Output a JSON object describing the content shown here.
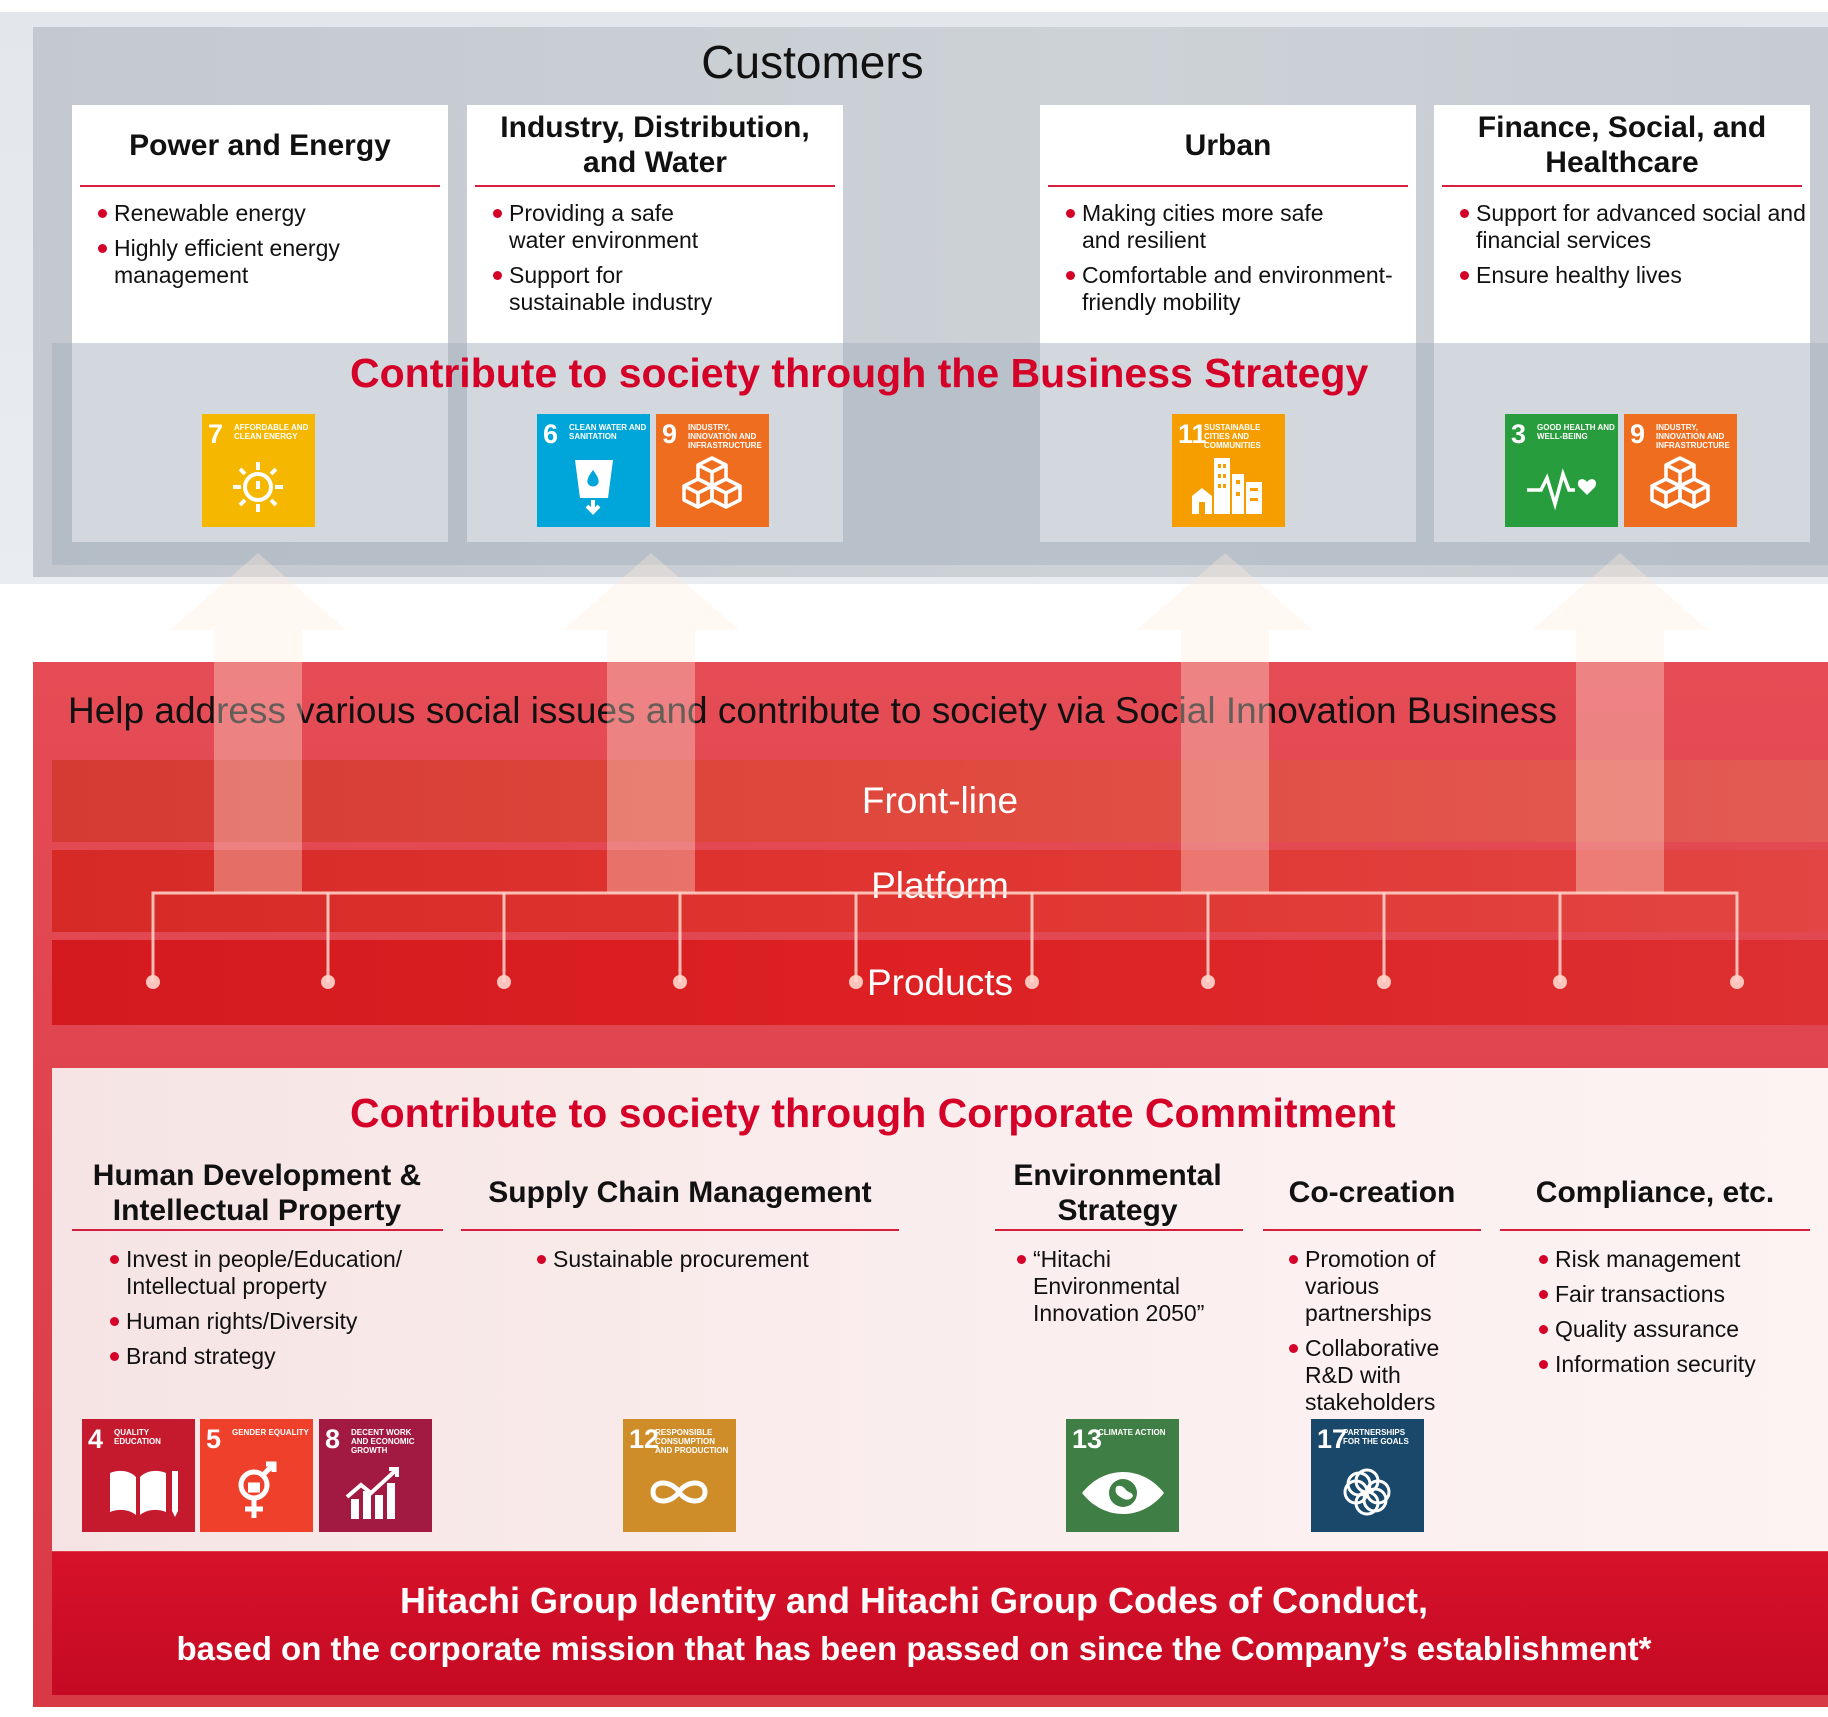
{
  "customers": {
    "title": "Customers",
    "cards": [
      {
        "title": "Power and Energy",
        "bullets": [
          "Renewable energy",
          "Highly efficient energy management"
        ]
      },
      {
        "title": "Industry, Distribution, and Water",
        "bullets": [
          "Providing a safe water environment",
          "Support for sustainable industry"
        ]
      },
      {
        "title": "Urban",
        "bullets": [
          "Making cities more safe and resilient",
          "Comfortable and environment-friendly mobility"
        ]
      },
      {
        "title": "Finance, Social, and Healthcare",
        "bullets": [
          "Support for advanced social and financial services",
          "Ensure healthy lives"
        ]
      }
    ]
  },
  "business_strategy_heading": "Contribute to society through  the Business Strategy",
  "social_innovation_text": "Help address various social issues and contribute  to society via Social Innovation Business",
  "layers": [
    "Front-line",
    "Platform",
    "Products"
  ],
  "corporate_heading": "Contribute to society through  Corporate Commitment",
  "commitments": [
    {
      "title": "Human Development & Intellectual Property",
      "bullets": [
        "Invest in people/Education/ Intellectual property",
        "Human rights/Diversity",
        "Brand strategy"
      ]
    },
    {
      "title": "Supply Chain Management",
      "bullets": [
        "Sustainable procurement"
      ]
    },
    {
      "title": "Environmental Strategy",
      "bullets": [
        "“Hitachi Environmental Innovation 2050”"
      ]
    },
    {
      "title": "Co-creation",
      "bullets": [
        "Promotion of various partnerships",
        "Collaborative R&D with stakeholders"
      ]
    },
    {
      "title": "Compliance, etc.",
      "bullets": [
        "Risk management",
        "Fair transactions",
        "Quality assurance",
        "Information security"
      ]
    }
  ],
  "sdgs": {
    "7": {
      "num": "7",
      "label": "AFFORDABLE AND CLEAN ENERGY",
      "color": "#f6b700",
      "icon": "sun-power-icon"
    },
    "6": {
      "num": "6",
      "label": "CLEAN WATER AND SANITATION",
      "color": "#00a6d9",
      "icon": "water-glass-icon"
    },
    "9": {
      "num": "9",
      "label": "INDUSTRY, INNOVATION AND INFRASTRUCTURE",
      "color": "#ee6d1f",
      "icon": "cubes-icon"
    },
    "11": {
      "num": "11",
      "label": "SUSTAINABLE CITIES AND COMMUNITIES",
      "color": "#f69e00",
      "icon": "city-icon"
    },
    "3": {
      "num": "3",
      "label": "GOOD HEALTH AND WELL-BEING",
      "color": "#289d3d",
      "icon": "heartbeat-icon"
    },
    "4": {
      "num": "4",
      "label": "QUALITY EDUCATION",
      "color": "#c5192d",
      "icon": "book-icon"
    },
    "5": {
      "num": "5",
      "label": "GENDER EQUALITY",
      "color": "#ef402b",
      "icon": "gender-icon"
    },
    "8": {
      "num": "8",
      "label": "DECENT WORK AND ECONOMIC GROWTH",
      "color": "#a21942",
      "icon": "growth-chart-icon"
    },
    "12": {
      "num": "12",
      "label": "RESPONSIBLE CONSUMPTION AND PRODUCTION",
      "color": "#cf8d2a",
      "icon": "infinity-icon"
    },
    "13": {
      "num": "13",
      "label": "CLIMATE ACTION",
      "color": "#3f7e44",
      "icon": "eye-globe-icon"
    },
    "17": {
      "num": "17",
      "label": "PARTNERSHIPS FOR THE GOALS",
      "color": "#19486a",
      "icon": "rings-icon"
    }
  },
  "footer": {
    "line1": "Hitachi Group Identity and Hitachi  Group Codes of Conduct,",
    "line2": "based on the corporate mission that has been  passed on since the Company’s establishment*"
  }
}
